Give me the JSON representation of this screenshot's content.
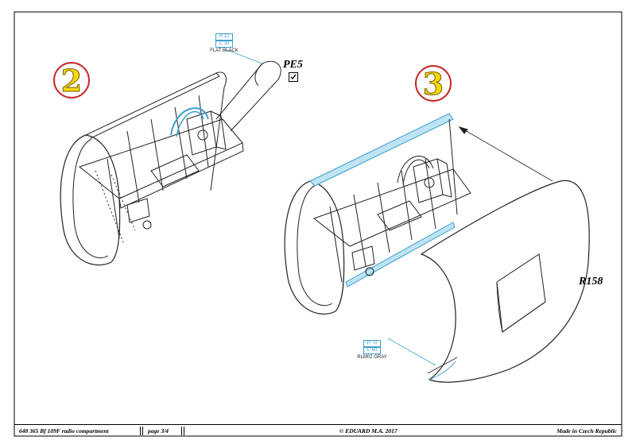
{
  "steps": {
    "step2": {
      "number": "2"
    },
    "step3": {
      "number": "3"
    }
  },
  "callouts": {
    "flat_black": {
      "hi_code": "H 12",
      "c_code": "C 33",
      "name": "FLAT BLACK"
    },
    "rlm02_gray": {
      "hi_code": "H 70",
      "c_code": "C 60",
      "name": "RLM02 GRAY"
    }
  },
  "parts": {
    "pe5": "PE5",
    "r158": "R158"
  },
  "footer": {
    "kit_title": "648 365  Bf 109F radio compartment",
    "page": "page 3/4",
    "copyright": "© EDUARD  M.A. 2017",
    "origin": "Made in Czech Republic"
  },
  "colors": {
    "accent_blue": "#3a9fd0",
    "step_ring": "#c62828",
    "step_fill": "#f4d80c"
  }
}
